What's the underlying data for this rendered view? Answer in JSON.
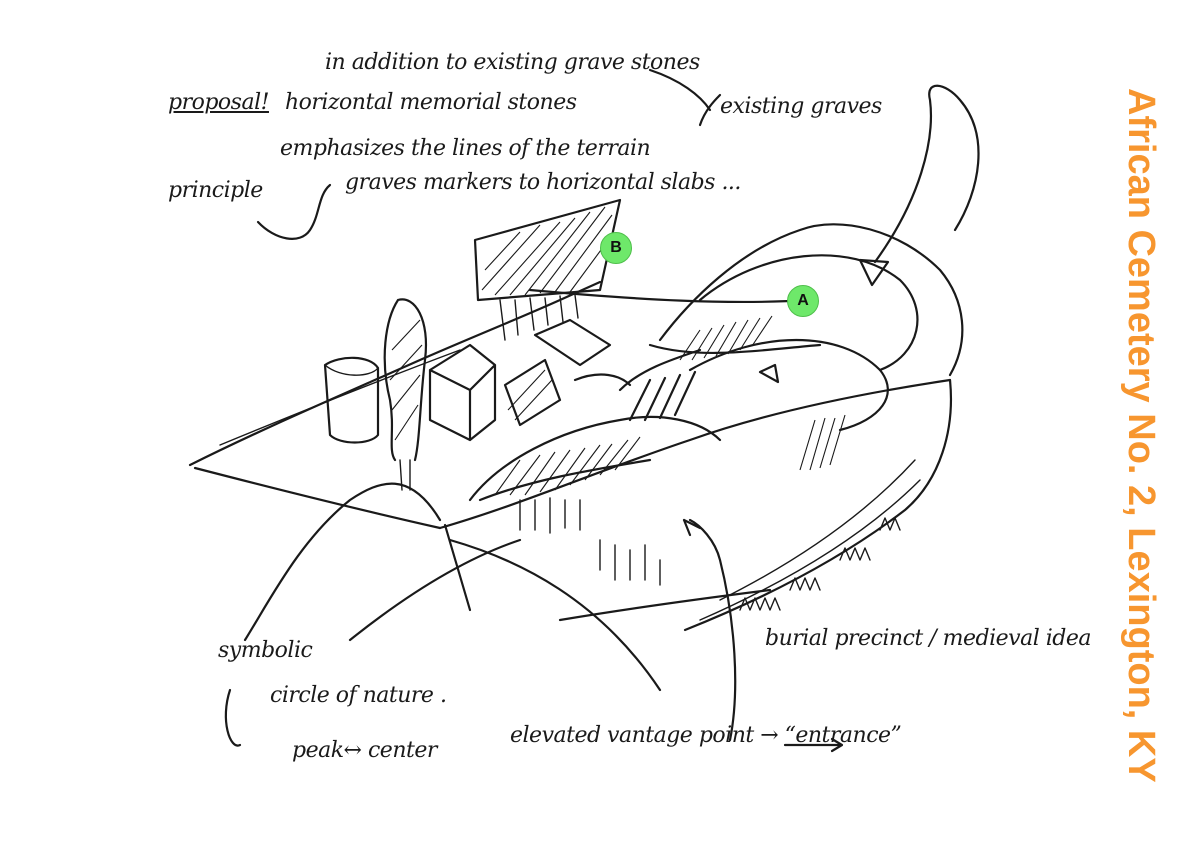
{
  "title": {
    "text": "African Cemetery No. 2, Lexington, KY",
    "color": "#f7962f"
  },
  "markers": {
    "a": "A",
    "b": "B",
    "color": "#6ee86a"
  },
  "annotations": {
    "proposal": "proposal!",
    "proposal_line1": "horizontal memorial stones",
    "addition": "in addition to existing grave stones",
    "existing_grave": "existing graves",
    "emphasizes": "emphasizes the lines of the terrain",
    "principle": "principle",
    "graves_markers": "graves markers to horizontal slabs ...",
    "symbolic": "symbolic",
    "circle_of_nature": "circle of nature .",
    "peak_center": "peak↔ center",
    "vantage_point": "elevated vantage point → “entrance”",
    "burial_precinct": "burial precinct / medieval idea"
  }
}
